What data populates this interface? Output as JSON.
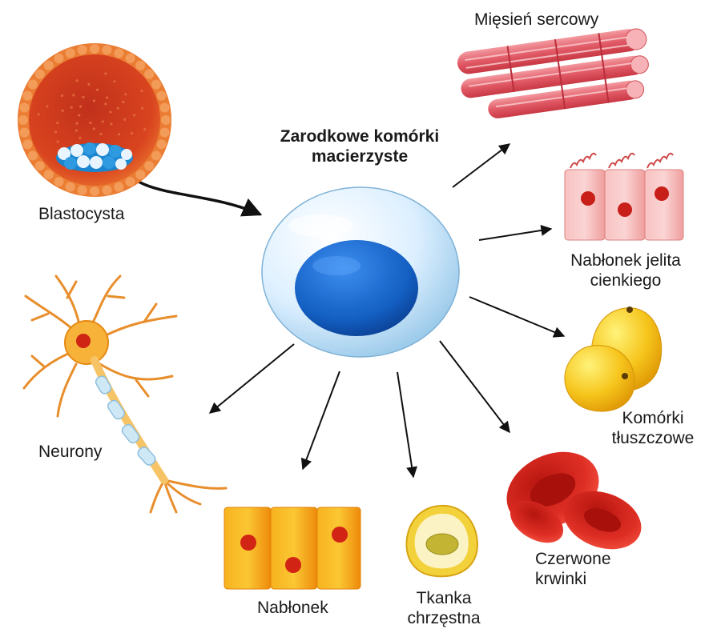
{
  "center": {
    "line1": "Zarodkowe komórki",
    "line2": "macierzyste"
  },
  "labels": {
    "blastocyst": "Blastocysta",
    "cardiac": "Mięsień sercowy",
    "intestine_1": "Nabłonek jelita",
    "intestine_2": "cienkiego",
    "fat_1": "Komórki",
    "fat_2": "tłuszczowe",
    "rbc_1": "Czerwone",
    "rbc_2": "krwinki",
    "cartilage_1": "Tkanka",
    "cartilage_2": "chrzęstna",
    "epithelium": "Nabłonek",
    "neurons": "Neurony"
  },
  "colors": {
    "blastocyst": "#e2612a",
    "muscle": "#e9707a",
    "intestine": "#f5b4b4",
    "fat": "#f3c21c",
    "rbc": "#d3261f",
    "cartilage": "#f7e98d",
    "epithelium": "#f59a12",
    "neuron": "#f5a622",
    "stem_cell": "#d6ecf7",
    "nucleus": "#1463c7"
  }
}
